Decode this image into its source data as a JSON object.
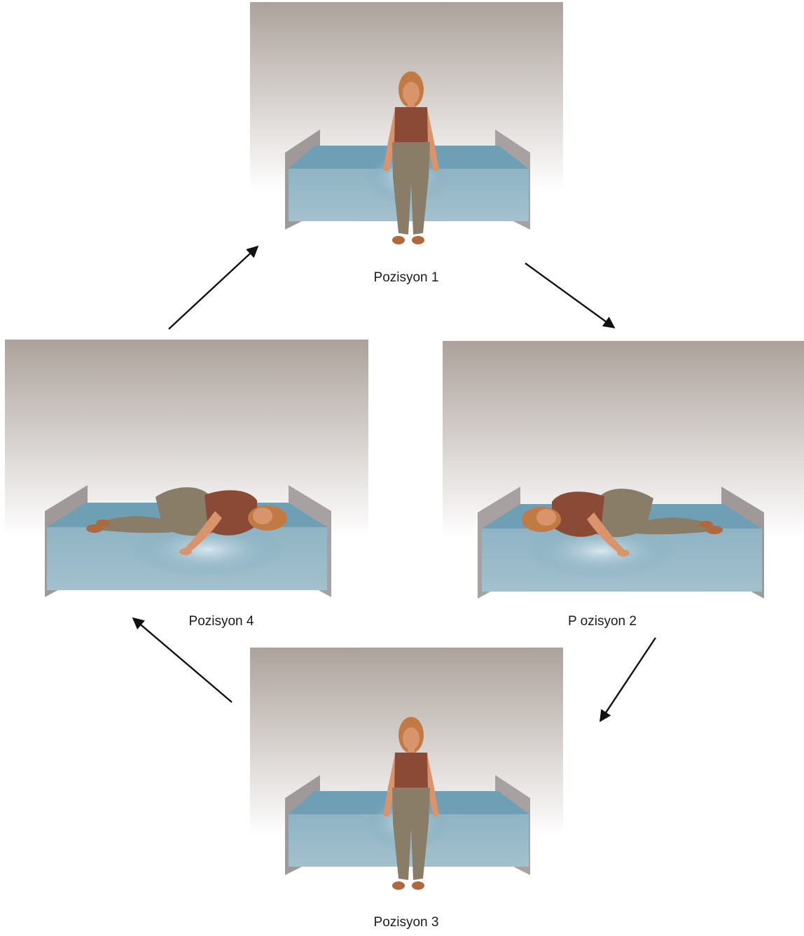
{
  "positions": [
    {
      "id": 1,
      "label": "Pozisyon 1",
      "pose": "sitting"
    },
    {
      "id": 2,
      "label": "P ozisyon 2",
      "pose": "lying-left-head"
    },
    {
      "id": 3,
      "label": "Pozisyon 3",
      "pose": "sitting"
    },
    {
      "id": 4,
      "label": "Pozisyon 4",
      "pose": "lying-right-head"
    }
  ],
  "sequence": [
    1,
    2,
    3,
    4,
    1
  ],
  "colors": {
    "backdrop_top": "#aca29b",
    "backdrop_bottom": "#ffffff",
    "mattress_top": "#6f9fb4",
    "mattress_side": "#9ab8c7",
    "headboard": "#9f9a99",
    "shirt": "#8a4a36",
    "pants": "#8a7d68",
    "skin": "#d9946b",
    "hair": "#c27a44",
    "arrow": "#111111"
  }
}
